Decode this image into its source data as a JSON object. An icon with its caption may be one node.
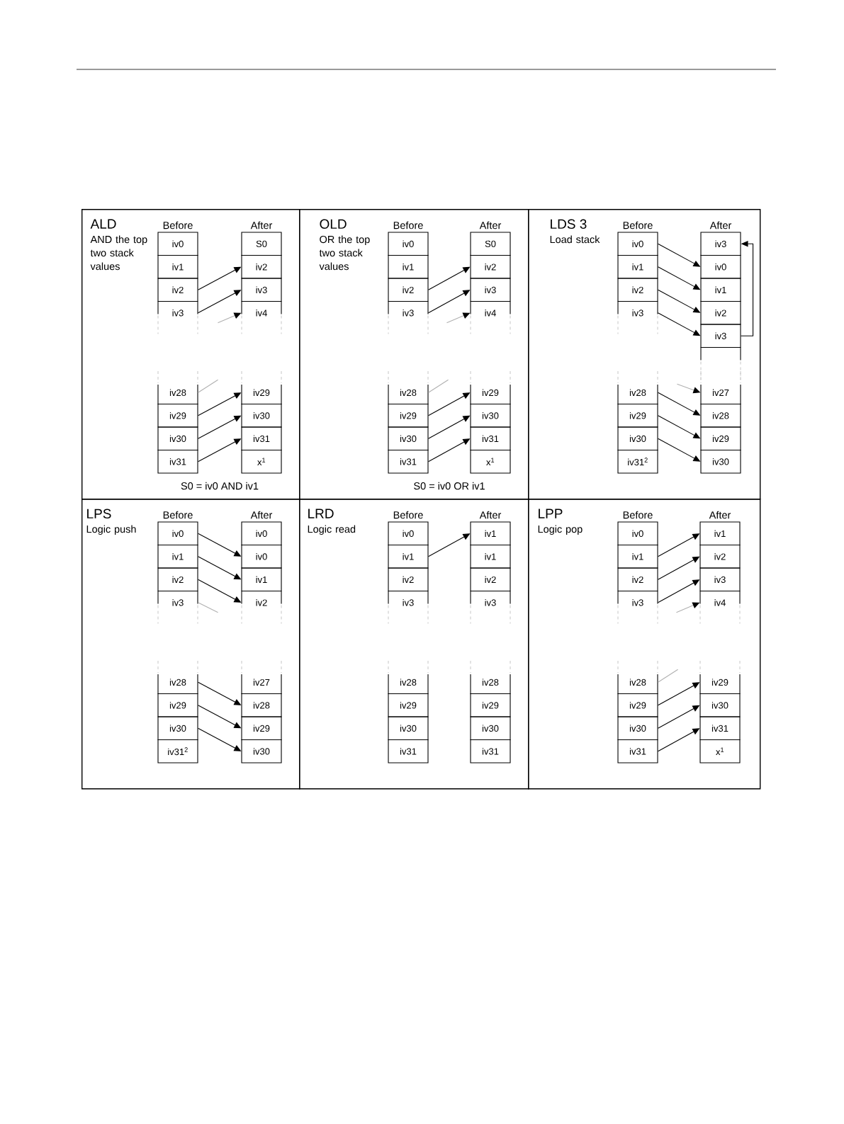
{
  "diagram": {
    "nodes": [
      {
        "text": [
          "ALD",
          "AND the top two stack values"
        ]
      },
      {
        "text": [
          "iv0"
        ],
        "in": 0
      },
      {
        "text": [
          "iv1"
        ],
        "in": 0
      },
      {
        "text": [
          "iv2"
        ],
        "in": 0
      },
      {
        "text": [
          "iv3"
        ],
        "in": 0
      },
      {
        "text": [
          "iv28"
        ],
        "in": 0
      },
      {
        "text": [
          "iv29"
        ],
        "in": 0
      },
      {
        "text": [
          "iv30"
        ],
        "in": 0
      },
      {
        "text": [
          "iv31"
        ],
        "in": 0
      },
      {
        "text": [
          "S0"
        ],
        "in": 0
      },
      {
        "text": [
          "iv2"
        ],
        "in": 0
      },
      {
        "text": [
          "iv3"
        ],
        "in": 0
      },
      {
        "text": [
          "iv4"
        ],
        "in": 0
      },
      {
        "text": [
          "iv29"
        ],
        "in": 0
      },
      {
        "text": [
          "iv30"
        ],
        "in": 0
      },
      {
        "text": [
          "iv31"
        ],
        "in": 0
      },
      {
        "text": [
          "x$^{1}$"
        ],
        "in": 0
      },
      {
        "text": [
          "OLD",
          "OR the top two stack values"
        ]
      },
      {
        "text": [
          "iv0"
        ],
        "in": 17
      },
      {
        "text": [
          "iv1"
        ],
        "in": 17
      },
      {
        "text": [
          "iv2"
        ],
        "in": 17
      },
      {
        "text": [
          "iv3"
        ],
        "in": 17
      },
      {
        "text": [
          "iv28"
        ],
        "in": 17
      },
      {
        "text": [
          "iv29"
        ],
        "in": 17
      },
      {
        "text": [
          "iv30"
        ],
        "in": 17
      },
      {
        "text": [
          "iv31"
        ],
        "in": 17
      },
      {
        "text": [
          "S0"
        ],
        "in": 17
      },
      {
        "text": [
          "iv2"
        ],
        "in": 17
      },
      {
        "text": [
          "iv3"
        ],
        "in": 17
      },
      {
        "text": [
          "iv4"
        ],
        "in": 17
      },
      {
        "text": [
          "iv29"
        ],
        "in": 17
      },
      {
        "text": [
          "iv30"
        ],
        "in": 17
      },
      {
        "text": [
          "iv31"
        ],
        "in": 17
      },
      {
        "text": [
          "x$^{1}$"
        ],
        "in": 17
      },
      {
        "text": [
          "LDS 3",
          "Load stack"
        ]
      },
      {
        "text": [
          "iv0"
        ],
        "in": 34
      },
      {
        "text": [
          "iv1"
        ],
        "in": 34
      },
      {
        "text": [
          "iv2"
        ],
        "in": 34
      },
      {
        "text": [
          "iv3"
        ],
        "in": 34
      },
      {
        "text": [
          "iv28"
        ],
        "in": 34
      },
      {
        "text": [
          "iv29"
        ],
        "in": 34
      },
      {
        "text": [
          "iv30"
        ],
        "in": 34
      },
      {
        "text": [
          "iv31$^{2}$"
        ],
        "in": 34
      },
      {
        "text": [
          "iv3"
        ],
        "in": 34
      },
      {
        "text": [
          "iv0"
        ],
        "in": 34
      },
      {
        "text": [
          "iv1"
        ],
        "in": 34
      },
      {
        "text": [
          "iv2"
        ],
        "in": 34
      },
      {
        "text": [
          "iv3"
        ],
        "in": 34
      },
      {
        "text": [],
        "shape": "box",
        "in": 34
      },
      {
        "text": [
          "iv27"
        ],
        "in": 34
      },
      {
        "text": [
          "iv28"
        ],
        "in": 34
      },
      {
        "text": [
          "iv29"
        ],
        "in": 34
      },
      {
        "text": [
          "iv30"
        ],
        "in": 34
      },
      {
        "text": [
          "LPS",
          "Logic push"
        ]
      },
      {
        "text": [
          "iv0"
        ],
        "in": 53
      },
      {
        "text": [
          "iv1"
        ],
        "in": 53
      },
      {
        "text": [
          "iv2"
        ],
        "in": 53
      },
      {
        "text": [
          "iv3"
        ],
        "in": 53
      },
      {
        "text": [
          "iv28"
        ],
        "in": 53
      },
      {
        "text": [
          "iv29"
        ],
        "in": 53
      },
      {
        "text": [
          "iv30"
        ],
        "in": 53
      },
      {
        "text": [
          "iv31$^{2}$"
        ],
        "in": 53
      },
      {
        "text": [
          "iv0"
        ],
        "in": 53
      },
      {
        "text": [
          "iv0"
        ],
        "in": 53
      },
      {
        "text": [
          "iv1"
        ],
        "in": 53
      },
      {
        "text": [
          "iv2"
        ],
        "in": 53
      },
      {
        "text": [
          "iv27"
        ],
        "in": 53
      },
      {
        "text": [
          "iv28"
        ],
        "in": 53
      },
      {
        "text": [
          "iv29"
        ],
        "in": 53
      },
      {
        "text": [
          "iv30"
        ],
        "in": 53
      },
      {
        "text": [
          "LRD",
          "Logic read"
        ]
      },
      {
        "text": [
          "iv0"
        ],
        "in": 70
      },
      {
        "text": [
          "iv1"
        ],
        "in": 70
      },
      {
        "text": [
          "iv2"
        ],
        "in": 70
      },
      {
        "text": [
          "iv3"
        ],
        "in": 70
      },
      {
        "text": [
          "iv28"
        ],
        "in": 70
      },
      {
        "text": [
          "iv29"
        ],
        "in": 70
      },
      {
        "text": [
          "iv30"
        ],
        "in": 70
      },
      {
        "text": [
          "iv31"
        ],
        "in": 70
      },
      {
        "text": [
          "iv1"
        ],
        "in": 70
      },
      {
        "text": [
          "iv1"
        ],
        "in": 70
      },
      {
        "text": [
          "iv2"
        ],
        "in": 70
      },
      {
        "text": [
          "iv3"
        ],
        "in": 70
      },
      {
        "text": [
          "iv28"
        ],
        "in": 70
      },
      {
        "text": [
          "iv29"
        ],
        "in": 70
      },
      {
        "text": [
          "iv30"
        ],
        "in": 70
      },
      {
        "text": [
          "iv31"
        ],
        "in": 70
      },
      {
        "text": [
          "LPP",
          "Logic pop"
        ]
      },
      {
        "text": [
          "iv0"
        ],
        "in": 87
      },
      {
        "text": [
          "iv1"
        ],
        "in": 87
      },
      {
        "text": [
          "iv2"
        ],
        "in": 87
      },
      {
        "text": [
          "iv3"
        ],
        "in": 87
      },
      {
        "text": [
          "iv28"
        ],
        "in": 87
      },
      {
        "text": [
          "iv29"
        ],
        "in": 87
      },
      {
        "text": [
          "iv30"
        ],
        "in": 87
      },
      {
        "text": [
          "iv31"
        ],
        "in": 87
      },
      {
        "text": [
          "iv1"
        ],
        "in": 87
      },
      {
        "text": [
          "iv2"
        ],
        "in": 87
      },
      {
        "text": [
          "iv3"
        ],
        "in": 87
      },
      {
        "text": [
          "iv4"
        ],
        "in": 87
      },
      {
        "text": [
          "iv29"
        ],
        "in": 87
      },
      {
        "text": [
          "iv30"
        ],
        "in": 87
      },
      {
        "text": [
          "iv31"
        ],
        "in": 87
      },
      {
        "text": [
          "x$^{1}$"
        ],
        "in": 87
      }
    ],
    "edges": [
      {
        "from": 3,
        "to": 10,
        "arrow": "to"
      },
      {
        "from": 4,
        "to": 11,
        "arrow": "to"
      },
      {
        "from": null,
        "to": 12,
        "arrow": "to",
        "color": "#b0b0b0"
      },
      {
        "from": 5,
        "to": null,
        "arrow": "none",
        "color": "#b0b0b0"
      },
      {
        "from": 6,
        "to": 13,
        "arrow": "to"
      },
      {
        "from": 7,
        "to": 14,
        "arrow": "to"
      },
      {
        "from": 8,
        "to": 15,
        "arrow": "to"
      },
      {
        "from": 20,
        "to": 27,
        "arrow": "to"
      },
      {
        "from": 21,
        "to": 28,
        "arrow": "to"
      },
      {
        "from": null,
        "to": 29,
        "arrow": "to",
        "color": "#b0b0b0"
      },
      {
        "from": 22,
        "to": null,
        "arrow": "none",
        "color": "#b0b0b0"
      },
      {
        "from": 23,
        "to": 30,
        "arrow": "to"
      },
      {
        "from": 24,
        "to": 31,
        "arrow": "to"
      },
      {
        "from": 25,
        "to": 32,
        "arrow": "to"
      },
      {
        "from": 35,
        "to": 44,
        "arrow": "to"
      },
      {
        "from": 36,
        "to": 45,
        "arrow": "to"
      },
      {
        "from": 37,
        "to": 46,
        "arrow": "to"
      },
      {
        "from": 38,
        "to": 47,
        "arrow": "to"
      },
      {
        "from": 47,
        "to": 43,
        "arrow": "to"
      },
      {
        "from": null,
        "to": 49,
        "arrow": "to",
        "color": "#b0b0b0"
      },
      {
        "from": 39,
        "to": 50,
        "arrow": "to"
      },
      {
        "from": 40,
        "to": 51,
        "arrow": "to"
      },
      {
        "from": 41,
        "to": 52,
        "arrow": "to"
      },
      {
        "from": 54,
        "to": 63,
        "arrow": "to"
      },
      {
        "from": 55,
        "to": 64,
        "arrow": "to"
      },
      {
        "from": 56,
        "to": 65,
        "arrow": "to"
      },
      {
        "from": 57,
        "to": null,
        "arrow": "none",
        "color": "#b0b0b0"
      },
      {
        "from": 58,
        "to": 67,
        "arrow": "to"
      },
      {
        "from": 59,
        "to": 68,
        "arrow": "to"
      },
      {
        "from": 60,
        "to": 69,
        "arrow": "to"
      },
      {
        "from": 72,
        "to": 79,
        "arrow": "to"
      },
      {
        "from": 89,
        "to": 96,
        "arrow": "to"
      },
      {
        "from": 90,
        "to": 97,
        "arrow": "to"
      },
      {
        "from": 91,
        "to": 98,
        "arrow": "to"
      },
      {
        "from": null,
        "to": 99,
        "arrow": "to",
        "color": "#b0b0b0"
      },
      {
        "from": 92,
        "to": null,
        "arrow": "none",
        "color": "#b0b0b0"
      },
      {
        "from": 93,
        "to": 100,
        "arrow": "to"
      },
      {
        "from": 94,
        "to": 101,
        "arrow": "to"
      },
      {
        "from": 95,
        "to": 102,
        "arrow": "to"
      }
    ],
    "labels": [
      "Before",
      "After",
      "S0 = iv0 AND iv1",
      "Before",
      "After",
      "S0 = iv0 OR iv1",
      "Before",
      "After",
      "Before",
      "After",
      "Before",
      "After",
      "Before",
      "After"
    ]
  }
}
